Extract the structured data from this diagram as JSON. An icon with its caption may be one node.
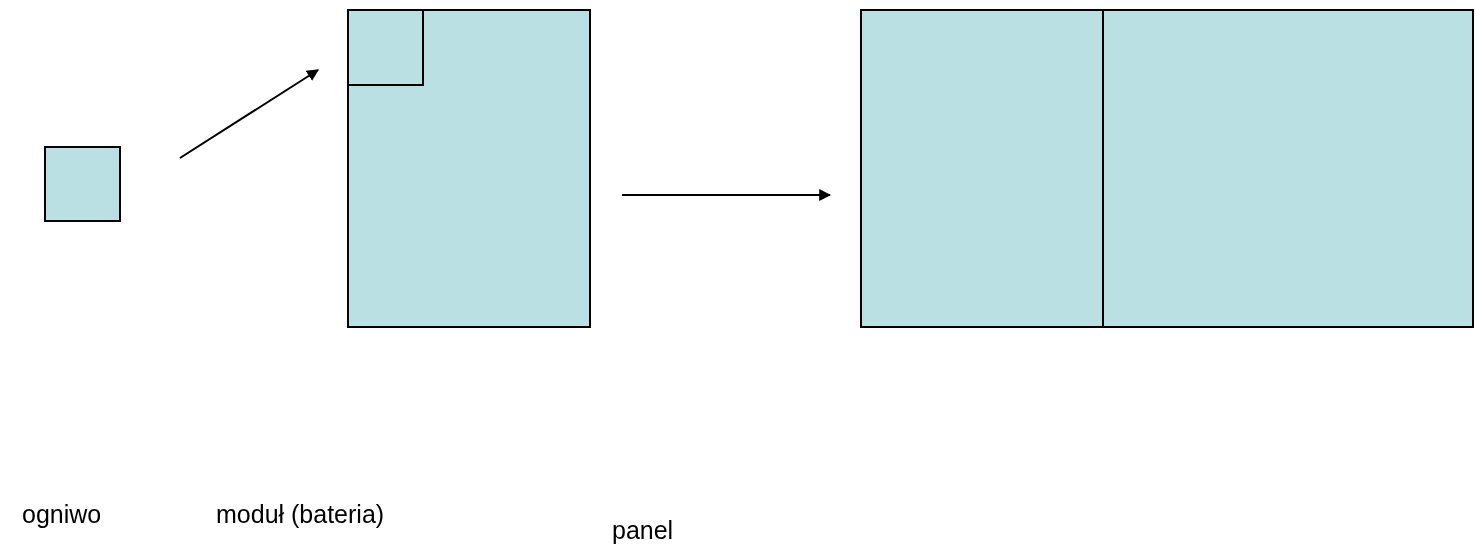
{
  "diagram": {
    "nodes": [
      {
        "text": [],
        "shape": "box"
      },
      {
        "text": [],
        "shape": "box"
      },
      {
        "text": [],
        "shape": "box",
        "in": 1
      },
      {
        "text": [],
        "shape": "box"
      },
      {
        "text": [],
        "shape": "box",
        "in": 3
      }
    ],
    "edges": [
      {
        "from": 0,
        "to": 1,
        "arrow": "to"
      },
      {
        "from": 1,
        "to": 3,
        "arrow": "to"
      }
    ],
    "labels": [
      "ogniwo",
      "moduł (bateria)",
      "panel"
    ]
  }
}
